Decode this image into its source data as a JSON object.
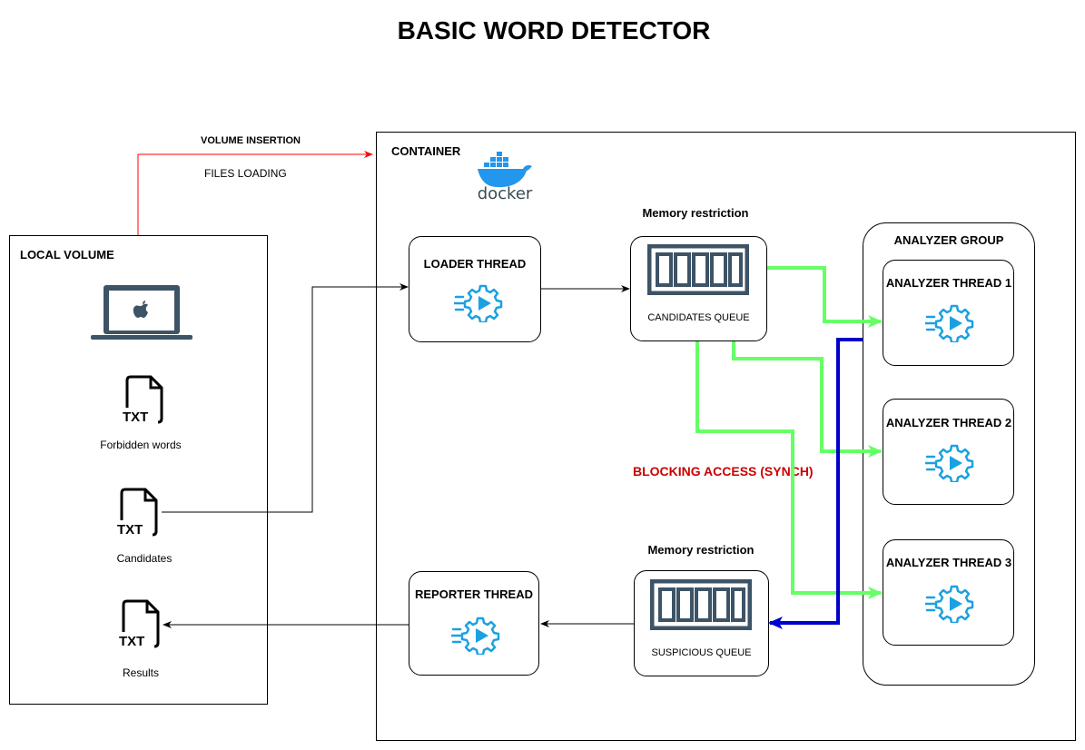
{
  "title": "BASIC WORD DETECTOR",
  "arrow_labels": {
    "volume_insertion": "VOLUME INSERTION",
    "files_loading": "FILES LOADING",
    "blocking_access": "BLOCKING ACCESS (SYNCH)"
  },
  "local_volume": {
    "label": "LOCAL VOLUME",
    "files": [
      {
        "type": "TXT",
        "caption": "Forbidden words"
      },
      {
        "type": "TXT",
        "caption": "Candidates"
      },
      {
        "type": "TXT",
        "caption": "Results"
      }
    ]
  },
  "container": {
    "label": "CONTAINER",
    "docker_logo_text": "docker",
    "loader": "LOADER THREAD",
    "reporter": "REPORTER THREAD",
    "candidates_queue": {
      "caption": "CANDIDATES QUEUE",
      "note": "Memory restriction"
    },
    "suspicious_queue": {
      "caption": "SUSPICIOUS QUEUE",
      "note": "Memory restriction"
    },
    "analyzer_group": {
      "label": "ANALYZER GROUP",
      "threads": [
        "ANALYZER THREAD 1",
        "ANALYZER THREAD 2",
        "ANALYZER THREAD 3"
      ]
    }
  },
  "colors": {
    "green_flow": "#66ff66",
    "blue_flow": "#0000cc",
    "red_flow": "#ff0000",
    "red_label": "#cc0000",
    "icon_blue": "#1ba1e2",
    "icon_dark": "#3d5366",
    "docker_blue": "#2396ed"
  }
}
